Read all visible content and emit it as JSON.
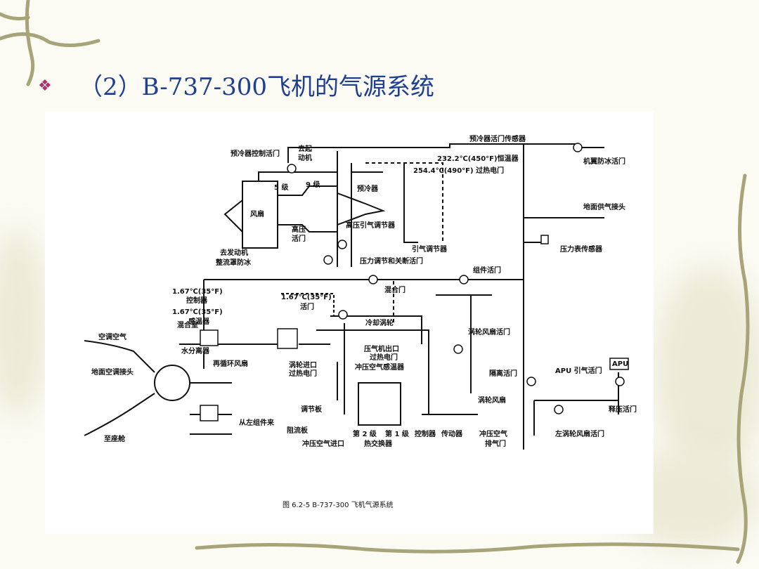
{
  "slide": {
    "title": "（2）B-737-300飞机的气源系统",
    "bullet_icon": "diamond-bullet-icon",
    "caption": "图 6.2-5   B-737-300 飞机气源系统"
  },
  "diagram": {
    "labels": {
      "precooler_valve_sensor": "预冷器活门传感器",
      "to_starter": "去起",
      "to_starter2": "动机",
      "precooler_control_valve": "预冷器控制活门",
      "thermostat": "232.2℃(450°F)恒温器",
      "wing_anti_ice_valve": "机翼防冰活门",
      "overheat_switch": "254.4℃(490°F) 过热电门",
      "stage5": "5 级",
      "stage9": "9 级",
      "precooler": "预冷器",
      "fan": "风扇",
      "ground_air_connector": "地面供气接头",
      "hp_bleed_regulator": "高压引气调节器",
      "hp_valve": "高压",
      "hp_valve2": "活门",
      "bleed_regulator": "引气调节器",
      "pressure_sensor": "压力表传感器",
      "to_engine": "去发动机",
      "cowl_anti_ice": "整流罩防冰",
      "prsov": "压力调节和关断活门",
      "pack_valve": "组件活门",
      "temp1": "1.67℃(35°F)",
      "controller": "控制器",
      "temp2": "1.67℃(35°F)",
      "valve": "活门",
      "mix_valve": "混合门",
      "temp3": "1.67℃(35°F)",
      "temp_sensor": "感温器",
      "mix_chamber": "混合室",
      "cooling_turbine": "冷却涡轮",
      "conditioned_air": "空调空气",
      "turbine_fan_valve": "涡轮风扇活门",
      "water_separator": "水分离器",
      "compressor_outlet": "压气机出口",
      "overheat_switch2": "过热电门",
      "recirc_fan": "再循环风扇",
      "turbine_inlet": "涡轮进口",
      "turbine_inlet2": "过热电门",
      "ram_air_sensor": "冲压空气感温器",
      "ground_ac_connector": "地面空调接头",
      "isolation_valve": "隔离活门",
      "apu_bleed_valve": "APU 引气活门",
      "apu": "APU",
      "turbine_fan": "涡轮风扇",
      "modulating_panel": "调节板",
      "relief_valve": "释压活门",
      "from_left_pack": "从左组件来",
      "deflector": "阻流板",
      "stage2": "第 2 级",
      "stage1": "第 1 级",
      "controller2": "控制器",
      "actuator": "传动器",
      "ram_exhaust": "冲压空气",
      "ram_exhaust2": "排气门",
      "left_turbine_fan_valve": "左涡轮风扇活门",
      "to_cabin": "至座舱",
      "ram_inlet": "冲压空气进口",
      "heat_exchanger": "热交换器"
    }
  }
}
